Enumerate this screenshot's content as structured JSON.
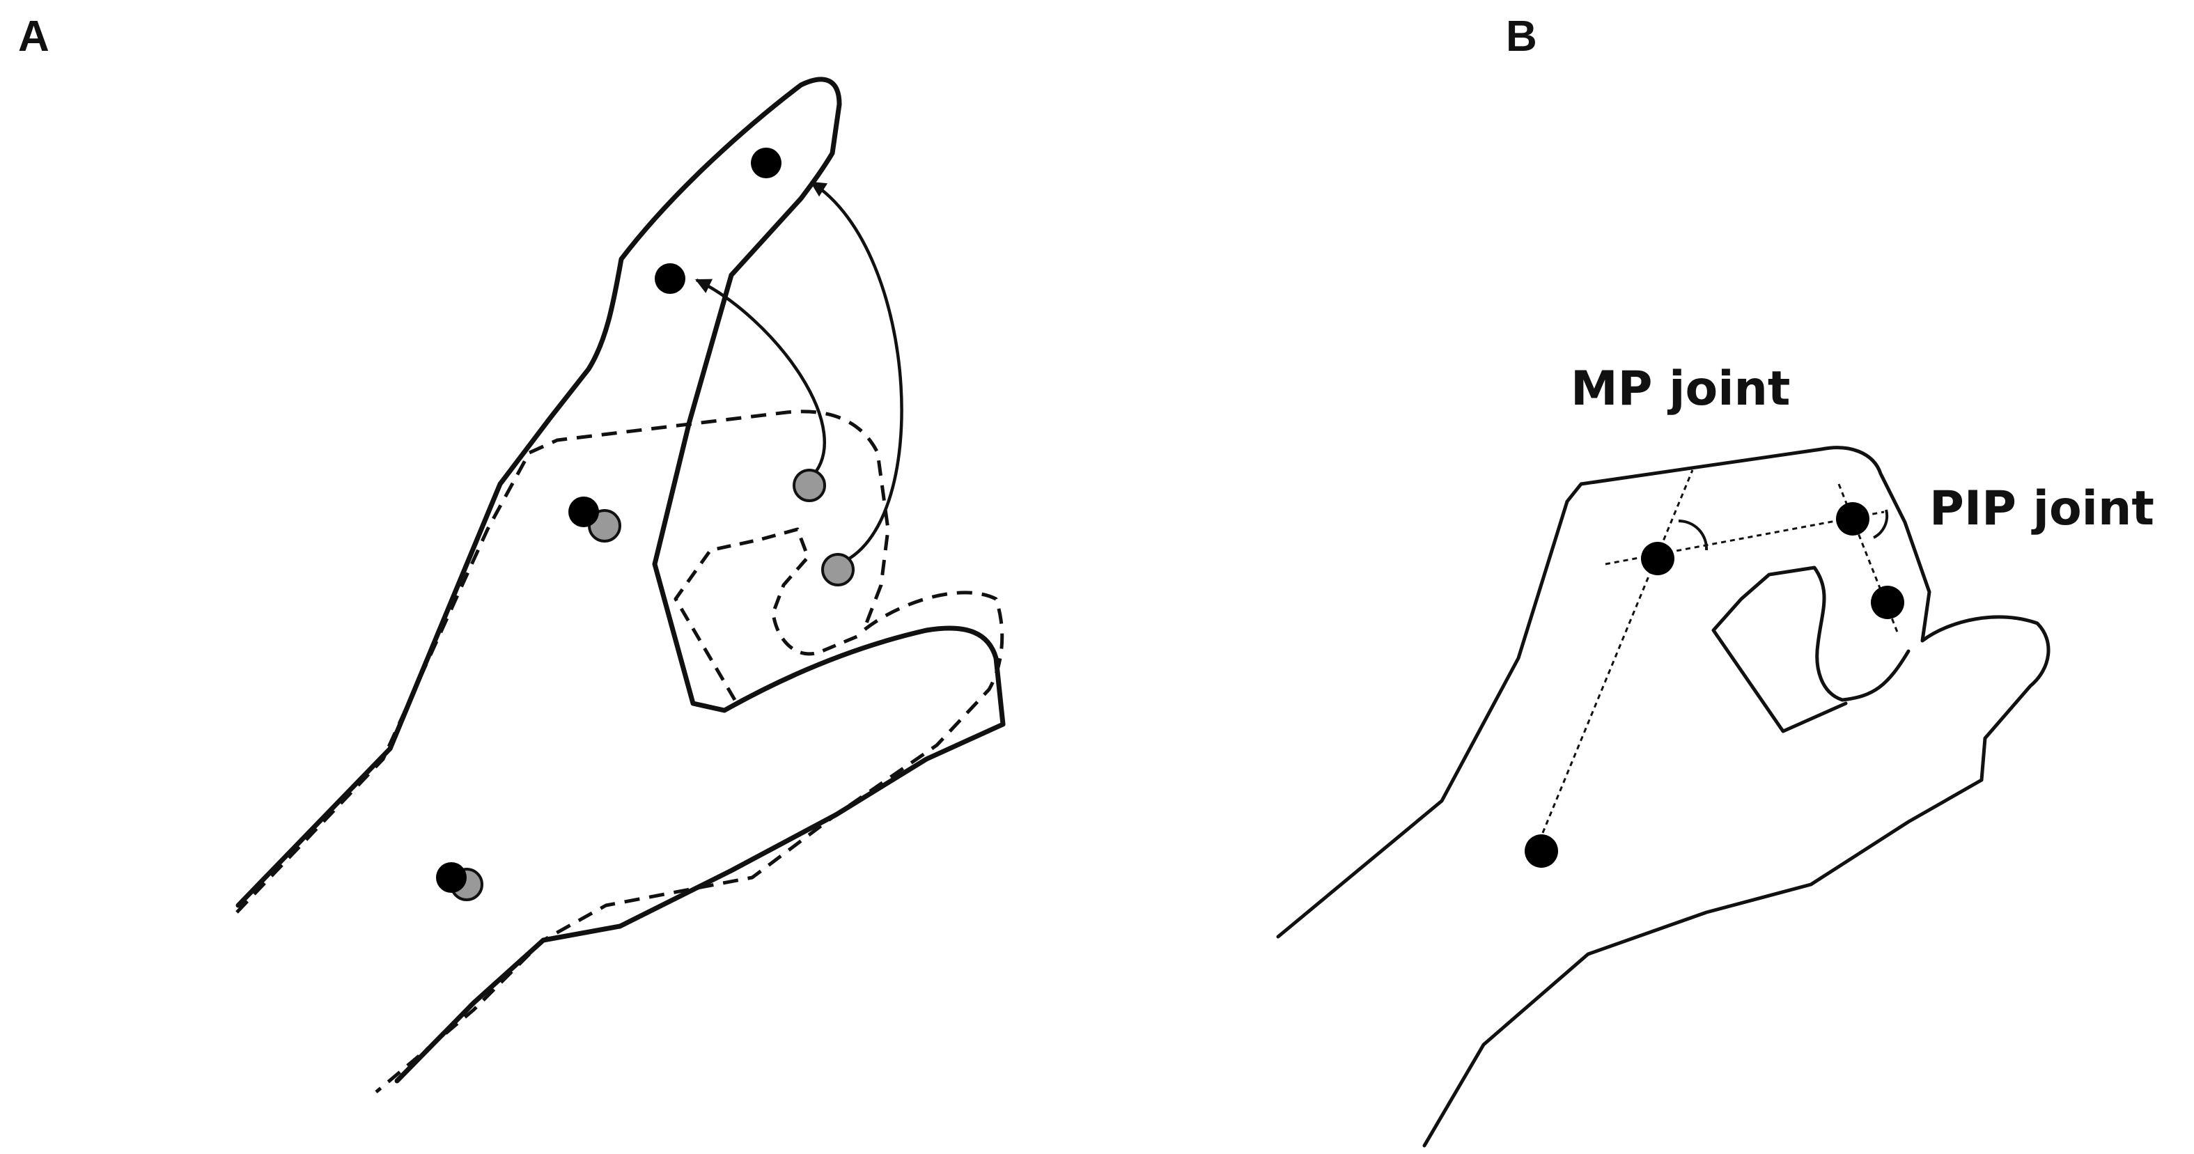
{
  "panels": {
    "a": {
      "letter": "A"
    },
    "b": {
      "letter": "B",
      "mp_label": "MP joint",
      "pip_label": "PIP joint"
    }
  },
  "colors": {
    "ink": "#111111",
    "marker_initial": "#999999",
    "marker_final": "#000000",
    "background": "#ffffff"
  },
  "line_styles": {
    "initial_outline": "dashed",
    "final_outline": "solid",
    "joint_axes": "dotted"
  }
}
